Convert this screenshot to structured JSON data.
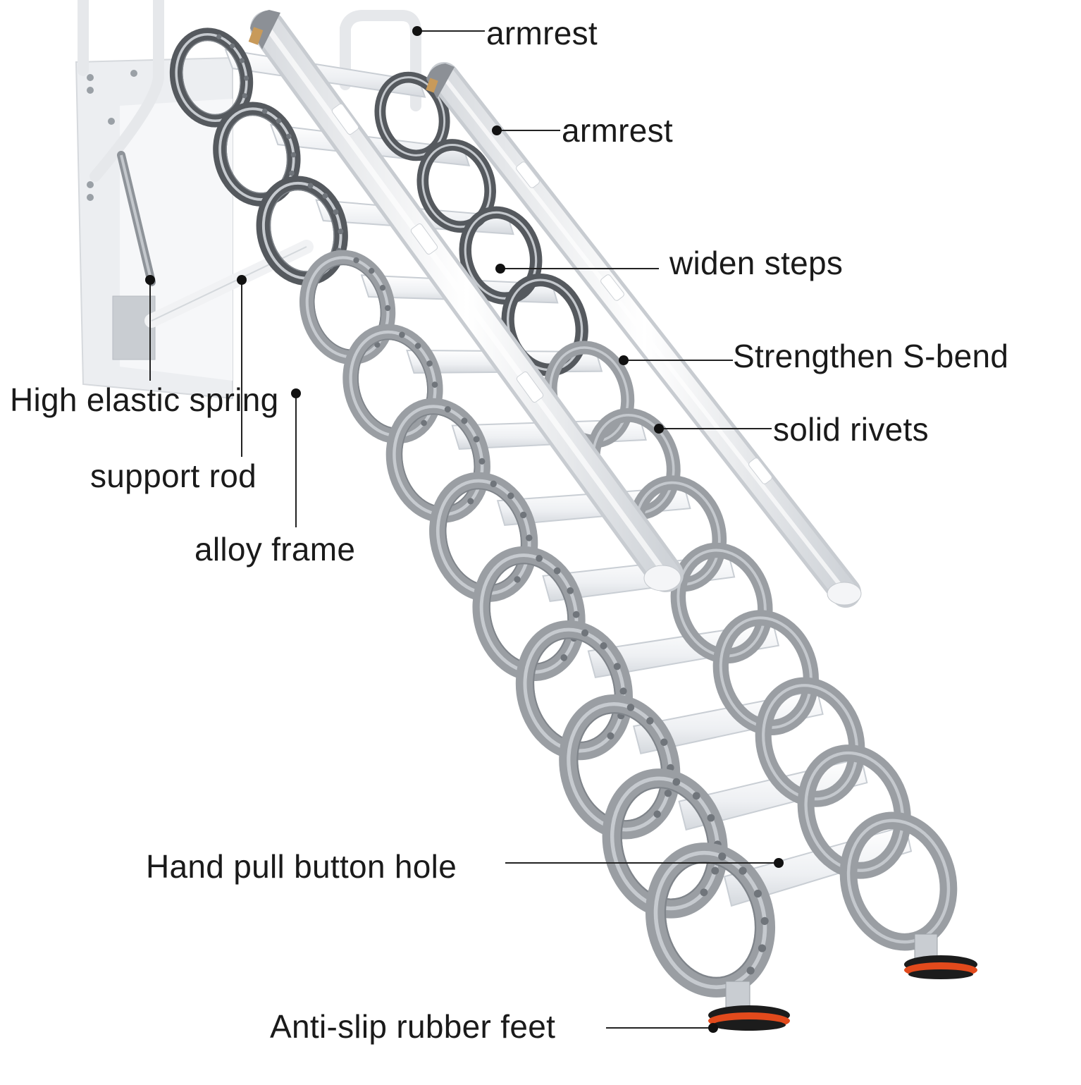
{
  "labels": {
    "armrest_1": "armrest",
    "armrest_2": "armrest",
    "widen_steps": "widen steps",
    "s_bend": "Strengthen S-bend",
    "rivets": "solid rivets",
    "spring": "High elastic spring",
    "support_rod": "support rod",
    "alloy_frame": "alloy frame",
    "pull_hole": "Hand pull button hole",
    "rubber_feet": "Anti-slip rubber feet"
  },
  "colors": {
    "frame_gray": "#9a9ea3",
    "frame_dark": "#55595e",
    "step_white": "#f4f5f7",
    "handrail": "#e9ebee",
    "foot_red": "#e24a1c",
    "foot_black": "#1c1c1c",
    "label_text": "#1a1a1a",
    "leader_line": "#222222"
  }
}
